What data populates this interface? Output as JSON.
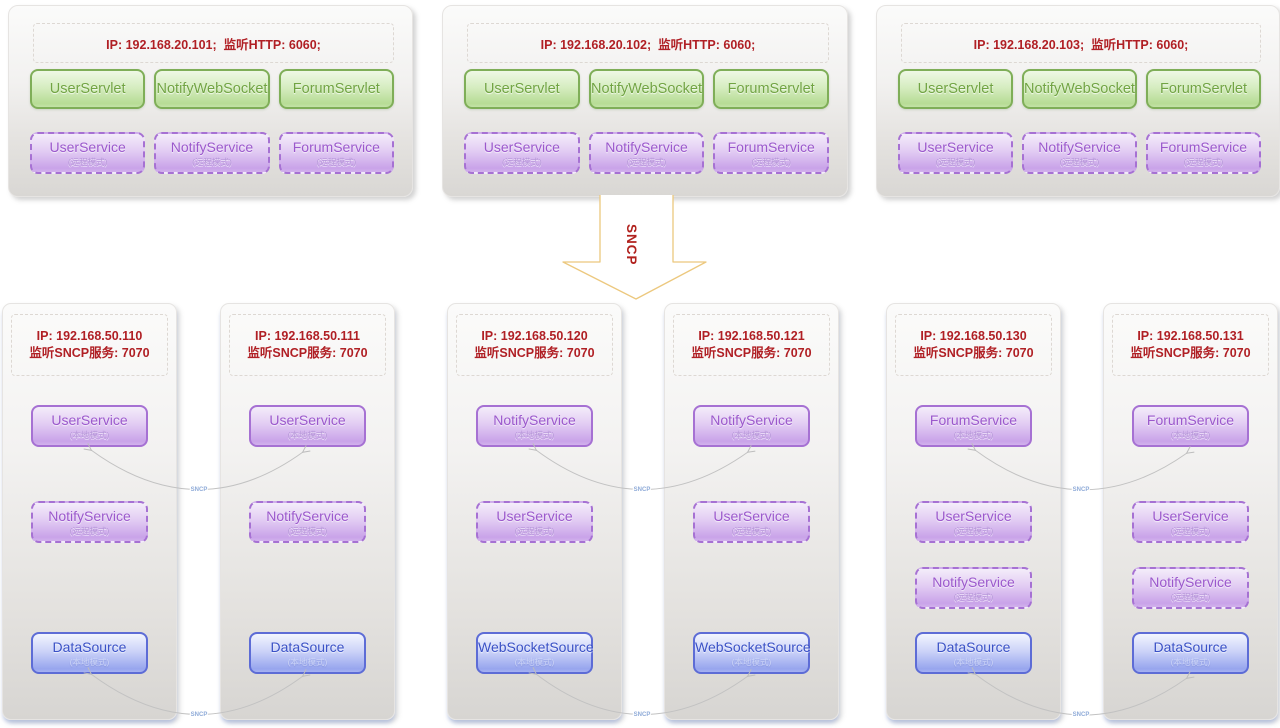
{
  "colors": {
    "red_text": "#b01f24",
    "green_border": "#7fae58",
    "green_text": "#71a443",
    "purple_border": "#a671d3",
    "purple_text": "#9b58cc",
    "blue_border": "#5d6cd6",
    "blue_text": "#3a51c6",
    "arrow_gold": "#ecc87e",
    "link_gray": "#c2c2c2",
    "link_label_blue": "#8fabd8"
  },
  "arrow_label": "SNCP",
  "link_label": "SNCP",
  "top_servers": [
    {
      "header": "IP: 192.168.20.101;  监听HTTP: 6060;",
      "servlets": [
        "UserServlet",
        "NotifyWebSocket",
        "ForumServlet"
      ],
      "services": [
        {
          "name": "UserService",
          "mode": "(远程模式)"
        },
        {
          "name": "NotifyService",
          "mode": "(远程模式)"
        },
        {
          "name": "ForumService",
          "mode": "(远程模式)"
        }
      ]
    },
    {
      "header": "IP: 192.168.20.102;  监听HTTP: 6060;",
      "servlets": [
        "UserServlet",
        "NotifyWebSocket",
        "ForumServlet"
      ],
      "services": [
        {
          "name": "UserService",
          "mode": "(远程模式)"
        },
        {
          "name": "NotifyService",
          "mode": "(远程模式)"
        },
        {
          "name": "ForumService",
          "mode": "(远程模式)"
        }
      ]
    },
    {
      "header": "IP: 192.168.20.103;  监听HTTP: 6060;",
      "servlets": [
        "UserServlet",
        "NotifyWebSocket",
        "ForumServlet"
      ],
      "services": [
        {
          "name": "UserService",
          "mode": "(远程模式)"
        },
        {
          "name": "NotifyService",
          "mode": "(远程模式)"
        },
        {
          "name": "ForumService",
          "mode": "(远程模式)"
        }
      ]
    }
  ],
  "bottom_servers": [
    {
      "ip": "IP: 192.168.50.110",
      "listen": "监听SNCP服务: 7070",
      "local": {
        "name": "UserService",
        "mode": "(本地模式)"
      },
      "remotes": [
        {
          "name": "NotifyService",
          "mode": "(远程模式)"
        }
      ],
      "source": {
        "name": "DataSource",
        "mode": "(本地模式)"
      }
    },
    {
      "ip": "IP: 192.168.50.111",
      "listen": "监听SNCP服务: 7070",
      "local": {
        "name": "UserService",
        "mode": "(本地模式)"
      },
      "remotes": [
        {
          "name": "NotifyService",
          "mode": "(远程模式)"
        }
      ],
      "source": {
        "name": "DataSource",
        "mode": "(本地模式)"
      }
    },
    {
      "ip": "IP: 192.168.50.120",
      "listen": "监听SNCP服务: 7070",
      "local": {
        "name": "NotifyService",
        "mode": "(本地模式)"
      },
      "remotes": [
        {
          "name": "UserService",
          "mode": "(远程模式)"
        }
      ],
      "source": {
        "name": "WebSocketSource",
        "mode": "(本地模式)"
      }
    },
    {
      "ip": "IP: 192.168.50.121",
      "listen": "监听SNCP服务: 7070",
      "local": {
        "name": "NotifyService",
        "mode": "(本地模式)"
      },
      "remotes": [
        {
          "name": "UserService",
          "mode": "(远程模式)"
        }
      ],
      "source": {
        "name": "WebSocketSource",
        "mode": "(本地模式)"
      }
    },
    {
      "ip": "IP: 192.168.50.130",
      "listen": "监听SNCP服务: 7070",
      "local": {
        "name": "ForumService",
        "mode": "(本地模式)"
      },
      "remotes": [
        {
          "name": "UserService",
          "mode": "(远程模式)"
        },
        {
          "name": "NotifyService",
          "mode": "(远程模式)"
        }
      ],
      "source": {
        "name": "DataSource",
        "mode": "(本地模式)"
      }
    },
    {
      "ip": "IP: 192.168.50.131",
      "listen": "监听SNCP服务: 7070",
      "local": {
        "name": "ForumService",
        "mode": "(本地模式)"
      },
      "remotes": [
        {
          "name": "UserService",
          "mode": "(远程模式)"
        },
        {
          "name": "NotifyService",
          "mode": "(远程模式)"
        }
      ],
      "source": {
        "name": "DataSource",
        "mode": "(本地模式)"
      }
    }
  ]
}
